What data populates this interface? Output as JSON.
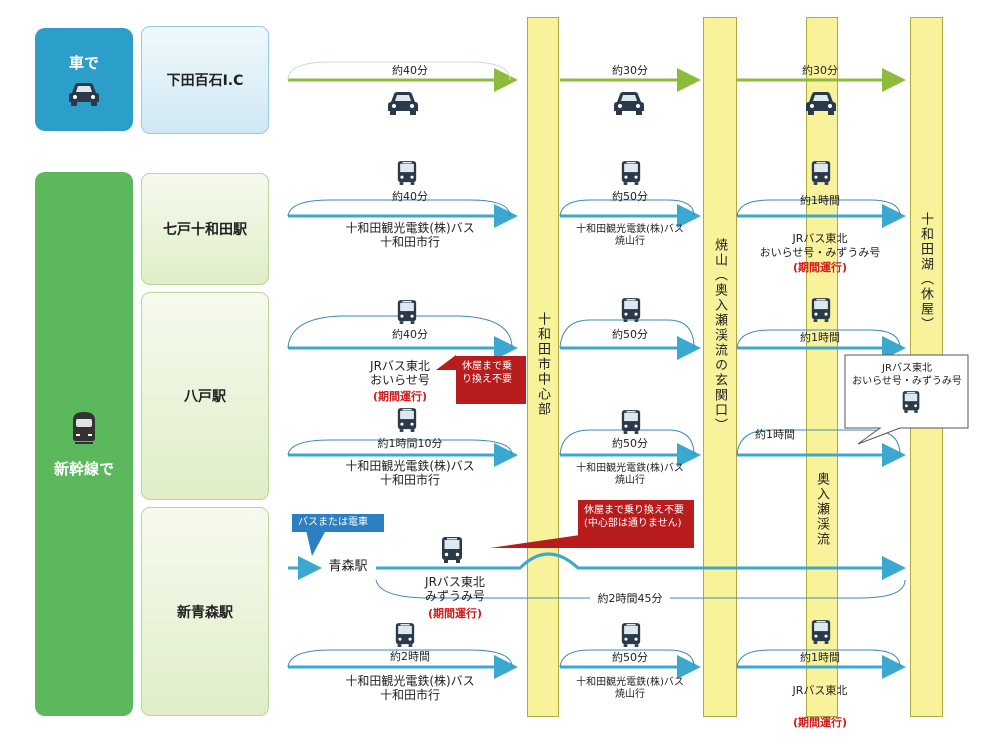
{
  "categories": {
    "car": "車で",
    "shinkansen": "新幹線で"
  },
  "stations": {
    "ic": "下田百石I.C",
    "shichinohe": "七戸十和田駅",
    "hachinohe": "八戸駅",
    "shin_aomori": "新青森駅"
  },
  "stops": {
    "center": "十和田市中心部",
    "yakeyama": "焼山（奥入瀬渓流の玄関口）",
    "oirase": "奥入瀬渓流",
    "lake": "十和田湖（休屋）"
  },
  "car_row": {
    "t1": "約40分",
    "t2": "約30分",
    "t3": "約30分"
  },
  "row_shichinohe": {
    "t1": "約40分",
    "op1a": "十和田観光電鉄(株)バス",
    "op1b": "十和田市行",
    "t2": "約50分",
    "op2a": "十和田観光電鉄(株)バス",
    "op2b": "焼山行",
    "t3": "約1時間",
    "op3a": "JRバス東北",
    "op3b": "おいらせ号・みずうみ号",
    "op3c": "(期間運行)"
  },
  "row_hachinohe_a": {
    "t1": "約40分",
    "op1a": "JRバス東北",
    "op1b": "おいらせ号",
    "op1c": "(期間運行)",
    "note1": "休屋まで乗り換え不要",
    "t2": "約50分",
    "t3": "約1時間"
  },
  "row_hachinohe_b": {
    "t1": "約1時間10分",
    "op1a": "十和田観光電鉄(株)バス",
    "op1b": "十和田市行",
    "t2": "約50分",
    "op2a": "十和田観光電鉄(株)バス",
    "op2b": "焼山行",
    "t3": "約1時間",
    "callout_a": "JRバス東北",
    "callout_b": "おいらせ号・みずうみ号"
  },
  "row_aomori_a": {
    "bus_or_train": "バスまたは電車",
    "aomori": "青森駅",
    "op1a": "JRバス東北",
    "op1b": "みずうみ号",
    "op1c": "(期間運行)",
    "note": "休屋まで乗り換え不要(中心部は通りません)",
    "total": "約2時間45分"
  },
  "row_aomori_b": {
    "t1": "約2時間",
    "op1a": "十和田観光電鉄(株)バス",
    "op1b": "十和田市行",
    "t2": "約50分",
    "op2a": "十和田観光電鉄(株)バス",
    "op2b": "焼山行",
    "t3": "約1時間",
    "op3a": "JRバス東北",
    "op3b": "(期間運行)"
  },
  "colors": {
    "car_block": "#2b9fc9",
    "shinkansen_block": "#5cb85c",
    "car_arrow": "#8dbb3c",
    "bus_arrow": "#3aa8d0",
    "pill": "#f8f39a",
    "note_red": "#b91c1c"
  }
}
